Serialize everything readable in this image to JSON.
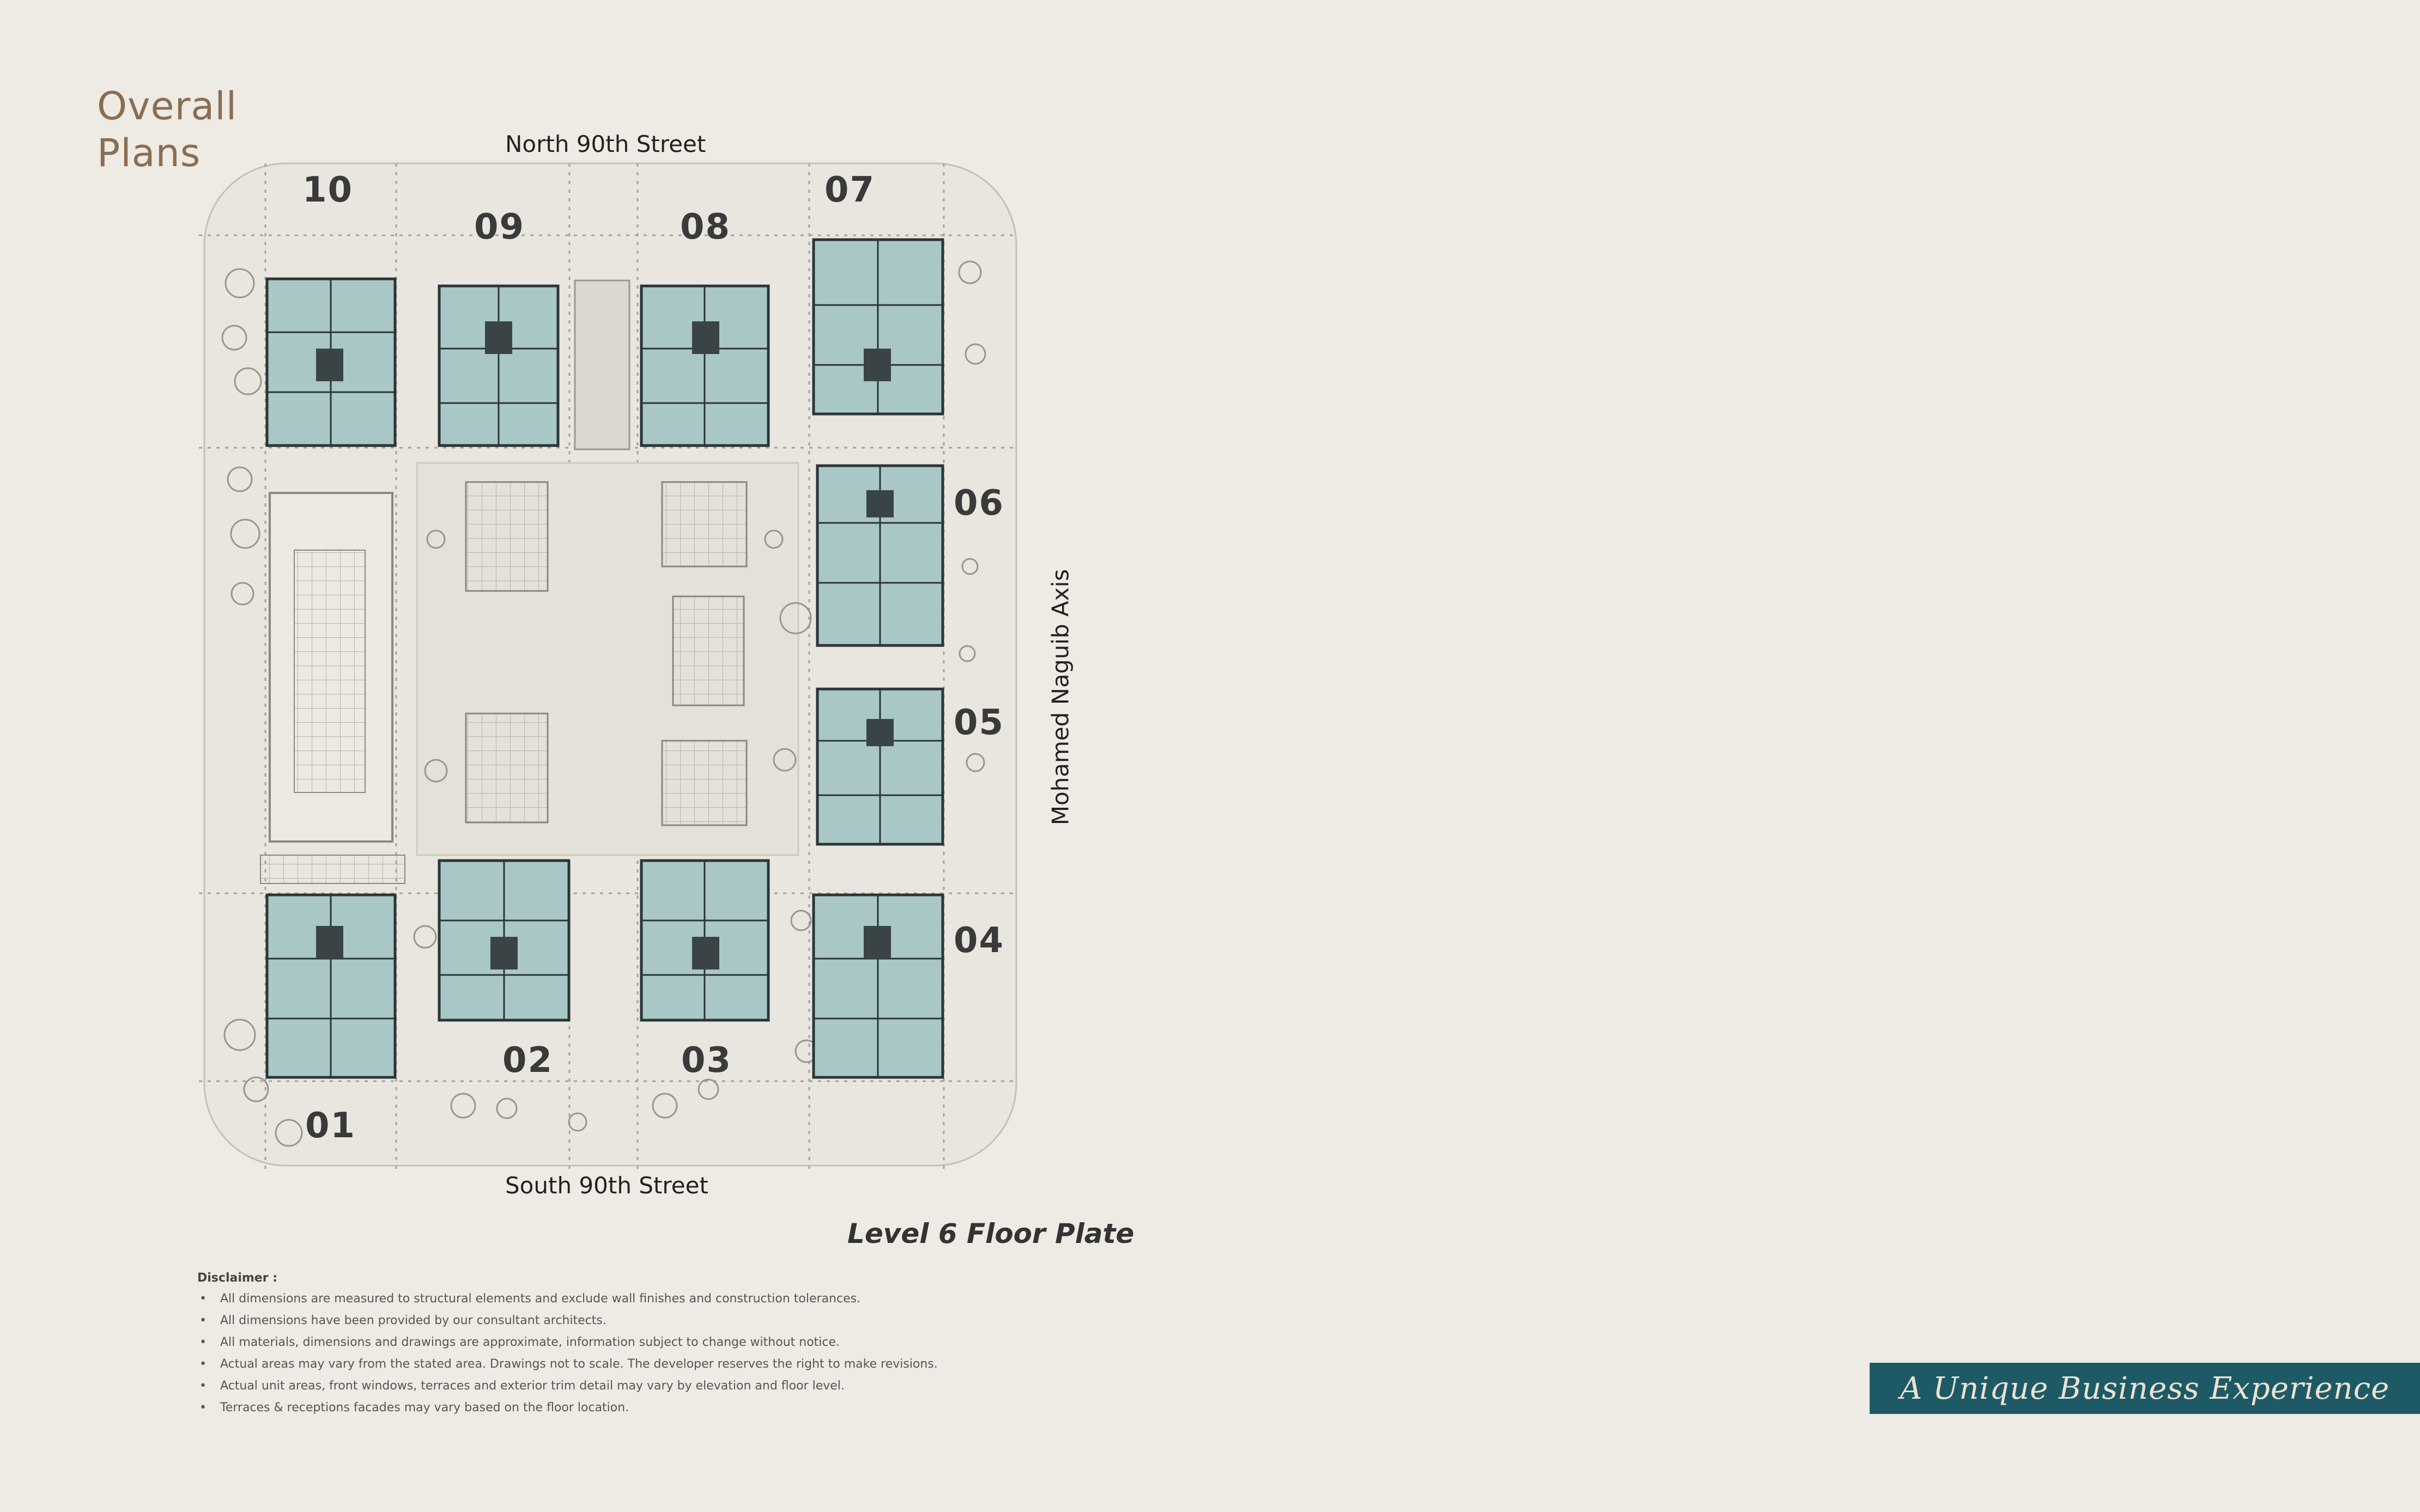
{
  "title": {
    "line1": "Overall",
    "line2": "Plans"
  },
  "streets": {
    "north": "North 90th Street",
    "south": "South 90th Street",
    "axis": "Mohamed Naguib Axis"
  },
  "buildings": [
    "10",
    "09",
    "08",
    "07",
    "06",
    "05",
    "04",
    "03",
    "02",
    "01"
  ],
  "floor_plate_title": "Level 6 Floor Plate",
  "disclaimer": {
    "heading": "Disclaimer :",
    "items": [
      "All dimensions are measured to structural elements and exclude wall finishes and construction tolerances.",
      "All dimensions have been provided by our consultant architects.",
      "All materials, dimensions and drawings are approximate, information subject to change without notice.",
      "Actual areas may vary from the stated area. Drawings not to scale. The developer reserves the right to make revisions.",
      "Actual unit areas, front windows, terraces and exterior trim detail may vary by elevation and floor level.",
      "Terraces & receptions facades may vary based on the floor location."
    ]
  },
  "tagline": "A Unique Business Experience",
  "colors": {
    "background": "#EEEAE4",
    "title": "#8A6E52",
    "building_fill": "#A9C7C6",
    "tagline_bg": "#1E5A66"
  }
}
